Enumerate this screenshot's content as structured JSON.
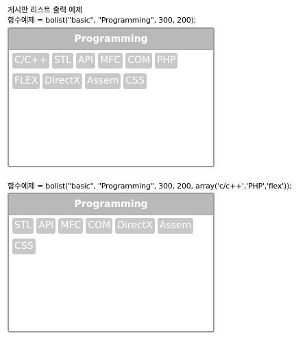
{
  "example1": {
    "heading": "게시판 리스트 출력 예제",
    "code": "함수예제 = bolist(\"basic\", \"Programming\", 300, 200);",
    "title": "Programming",
    "tags": [
      "C/C++",
      "STL",
      "API",
      "MFC",
      "COM",
      "PHP",
      "FLEX",
      "DirectX",
      "Assem",
      "CSS"
    ]
  },
  "example2": {
    "code": "함수예제 = bolist(\"basic\", \"Programming\", 300, 200, array('c/c++','PHP','flex'));",
    "title": "Programming",
    "tags": [
      "STL",
      "API",
      "MFC",
      "COM",
      "DirectX",
      "Assem",
      "CSS"
    ]
  }
}
